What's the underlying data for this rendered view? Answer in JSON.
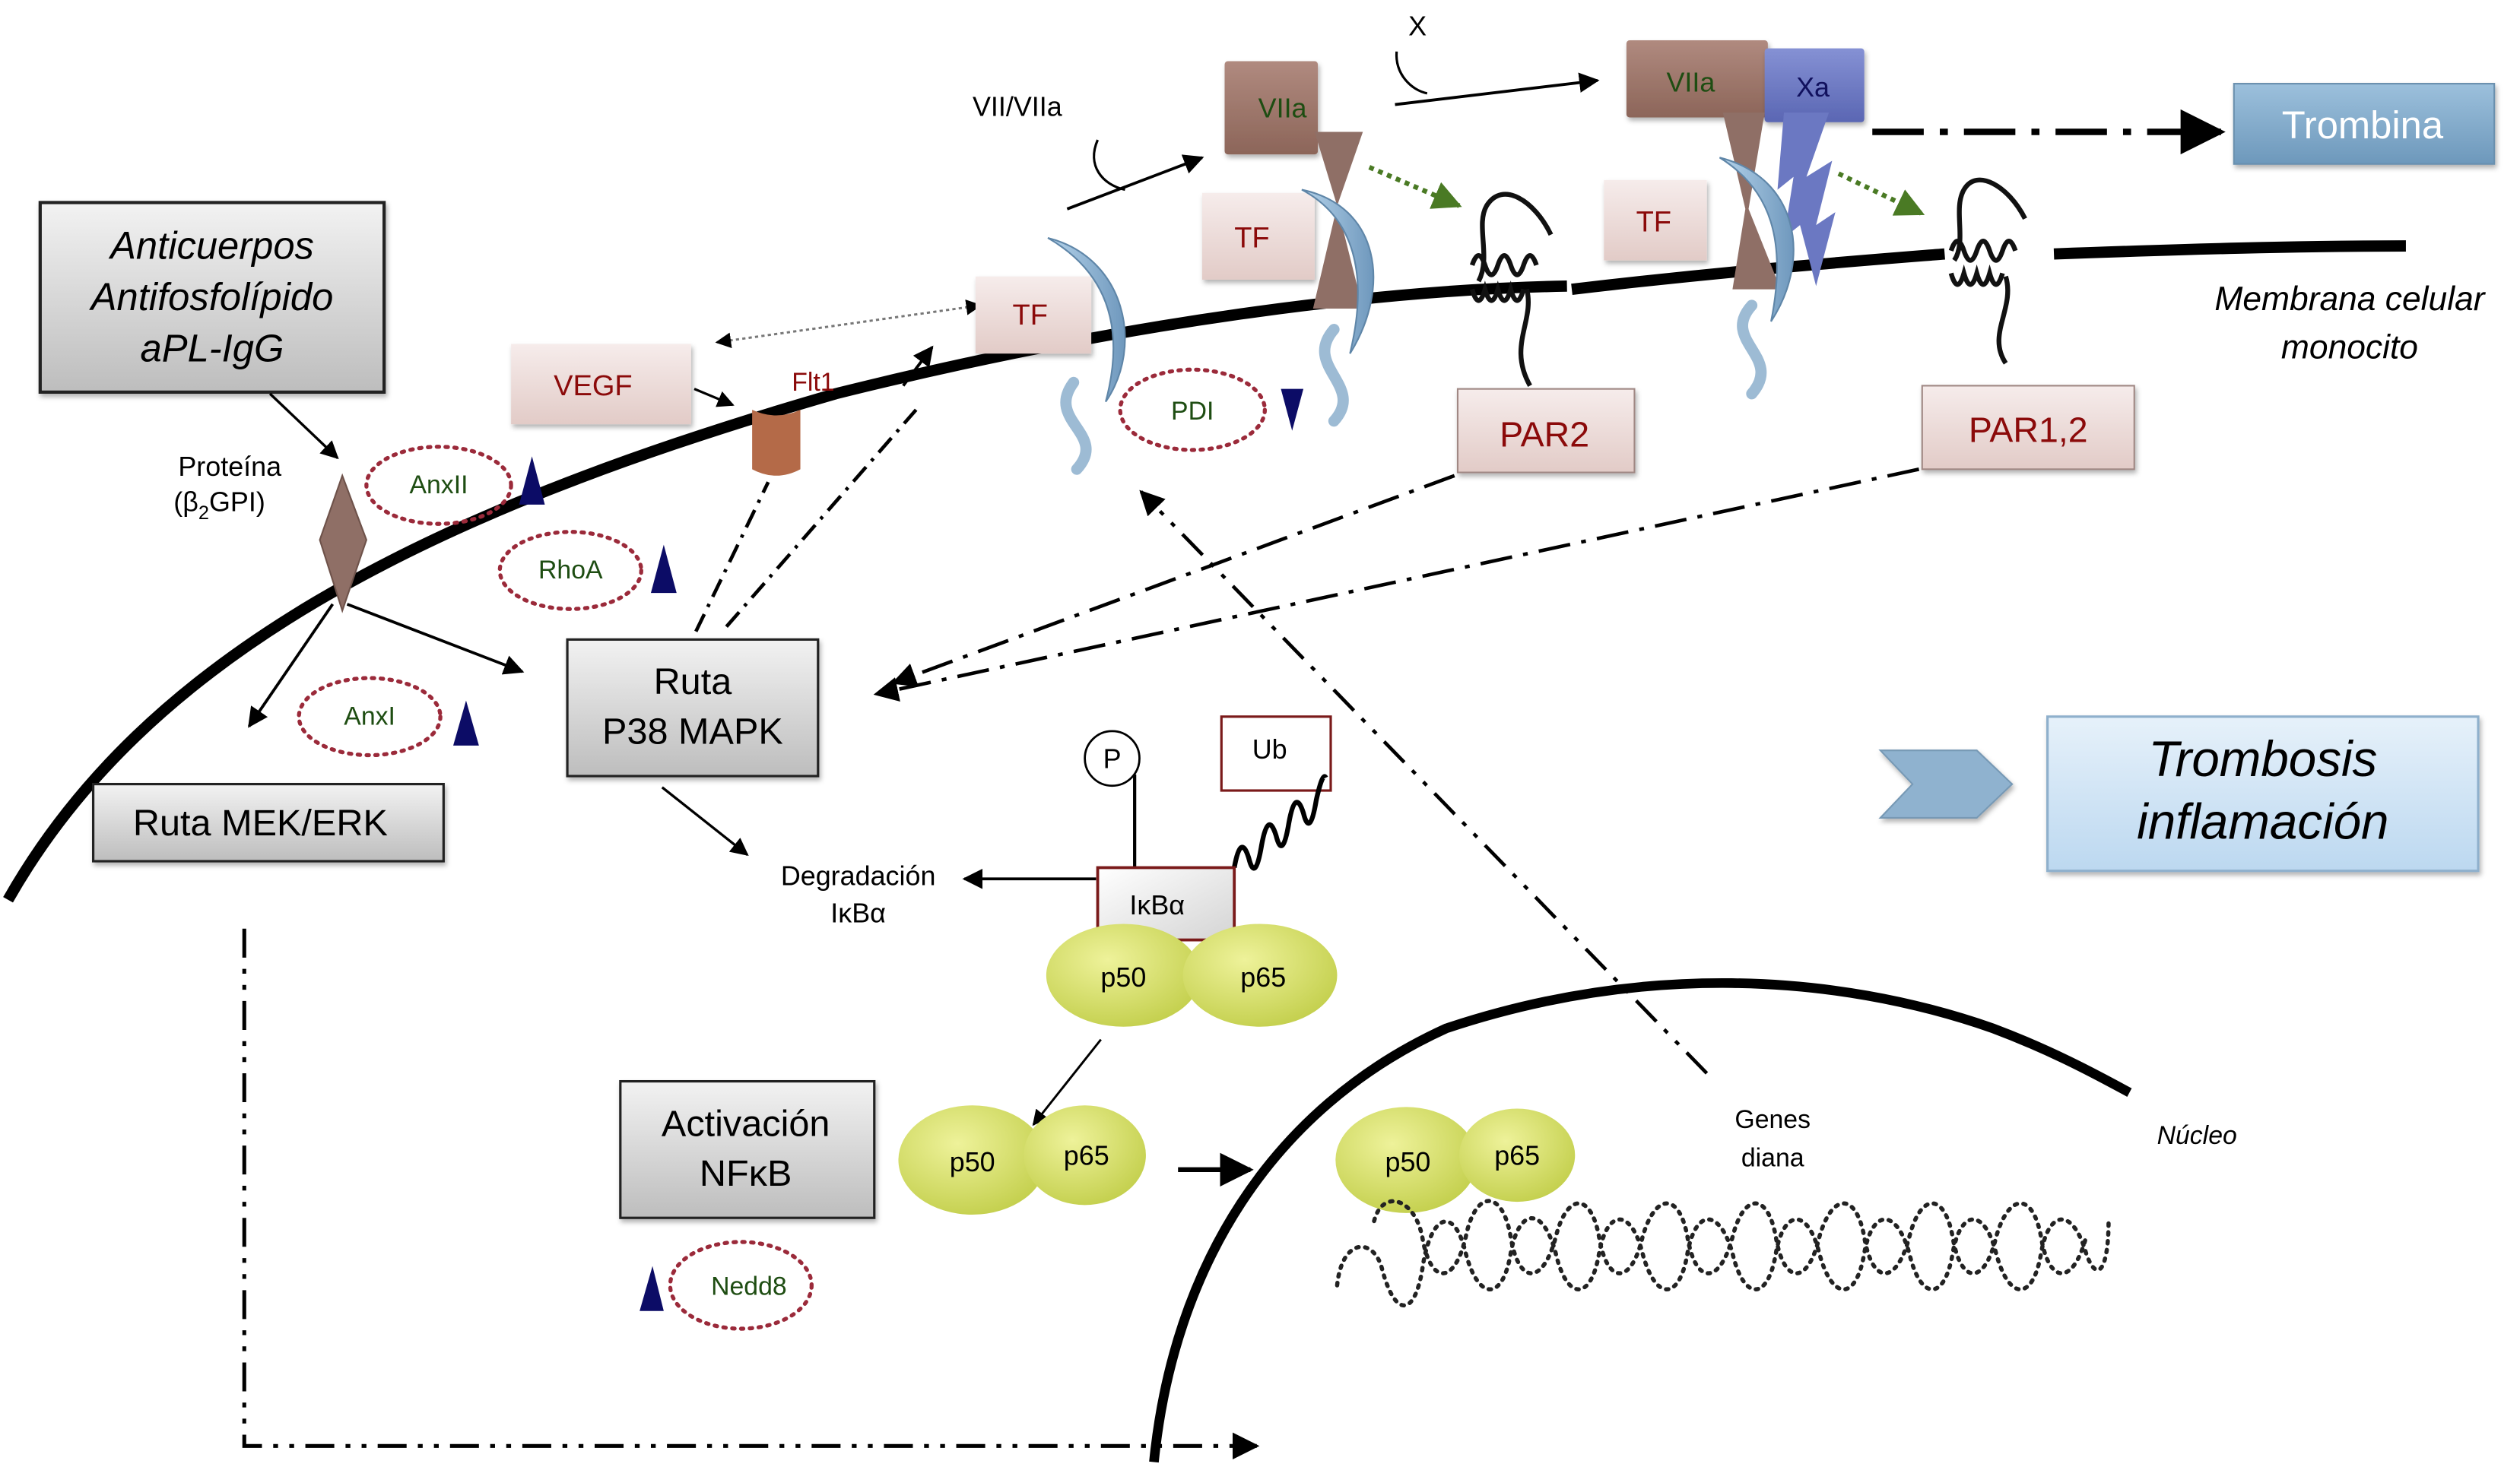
{
  "figure": {
    "title": "Antiphospholipid antibody signaling in monocyte (thrombosis/inflammation)",
    "colors": {
      "protein_box_fill": "#efdcd8",
      "protein_text": "#8b0a0a",
      "factor_brown": "#9c7266",
      "factor_xa_blue": "#6b78c2",
      "tf_blue": "#8fb6d6",
      "regulator_text": "#1e4d12",
      "regulator_ring": "#9b2a3a",
      "triangle_navy": "#0c0c66",
      "nfkb_yellow": "#d6e06a",
      "trombina_box": "#7fa9c9",
      "outcome_box": "#cfe4f5",
      "green_arrow": "#4a7a24"
    }
  },
  "boxes": {
    "antibodies": [
      "Anticuerpos",
      "Antifosfolípido",
      "aPL-IgG"
    ],
    "mek_erk": "Ruta MEK/ERK",
    "p38": [
      "Ruta",
      "P38 MAPK"
    ],
    "nfkb_activation": [
      "Activación",
      "NFκB"
    ],
    "trombina": "Trombina",
    "outcome": [
      "Trombosis",
      "inflamación"
    ]
  },
  "proteins": {
    "vegf": "VEGF",
    "flt1": "Flt1",
    "tf_1": "TF",
    "tf_2": "TF",
    "tf_3": "TF",
    "par2": "PAR2",
    "par12": "PAR1,2",
    "viia_1": "VIIa",
    "viia_2": "VIIa",
    "xa": "Xa"
  },
  "regulators": {
    "anxii": "AnxII",
    "rhoa": "RhoA",
    "anxi": "AnxI",
    "pdi": "PDI",
    "nedd8": "Nedd8"
  },
  "labels": {
    "protein_b2gpi_line1": "Proteína",
    "protein_b2gpi_line2_pre": "(β",
    "protein_b2gpi_sub": "2",
    "protein_b2gpi_line2_post": "GPI)",
    "vii_viia": "VII/VIIa",
    "x": "X",
    "membrane": [
      "Membrana celular",
      "monocito"
    ],
    "degradation": [
      "Degradación",
      "IκBα"
    ],
    "p_phospho": "P",
    "ub": "Ub",
    "ikba": "IκBα",
    "p50": "p50",
    "p65": "p65",
    "target_genes": [
      "Genes",
      "diana"
    ],
    "nucleus": "Núcleo"
  }
}
